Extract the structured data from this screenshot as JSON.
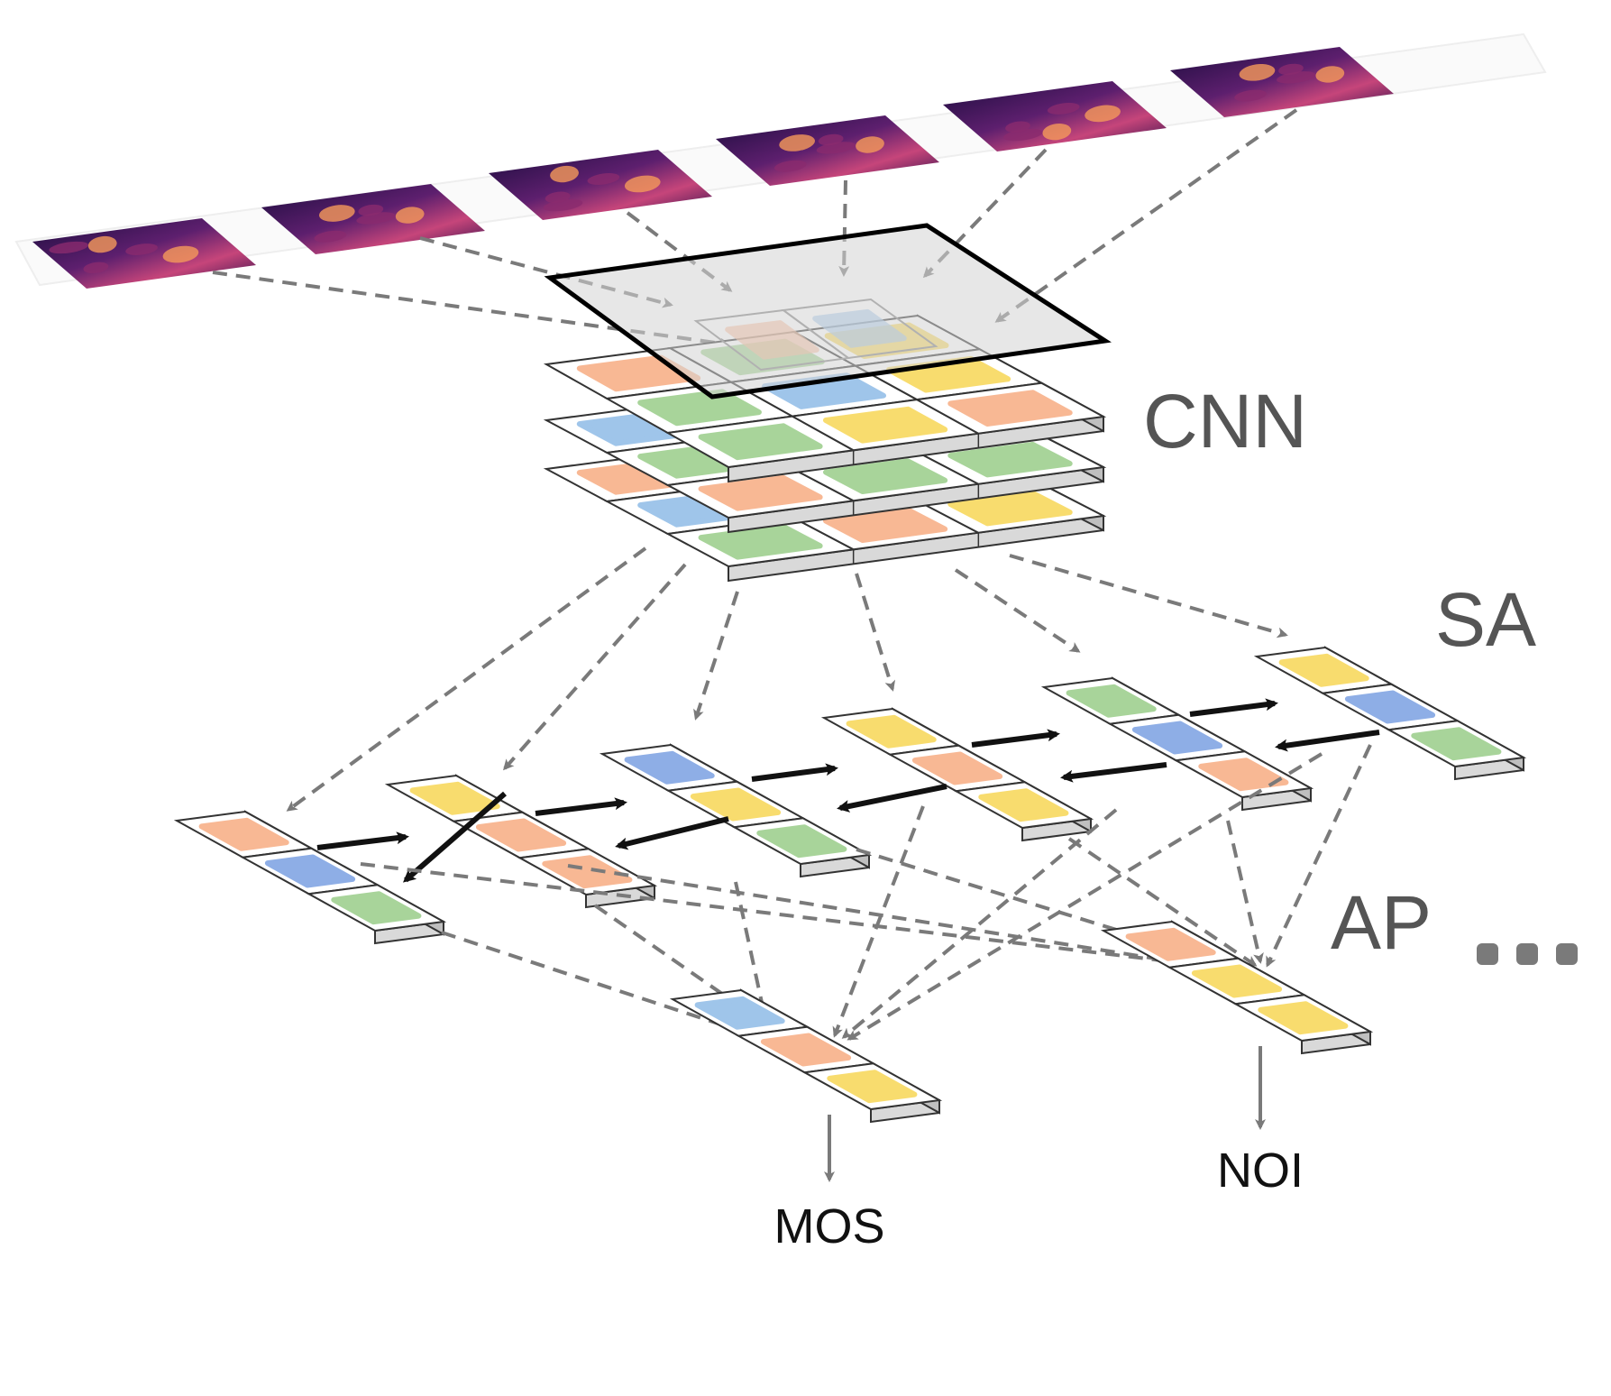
{
  "labels": {
    "cnn": "CNN",
    "sa": "SA",
    "ap": "AP",
    "mos": "MOS",
    "noi": "NOI"
  },
  "colors": {
    "orange": "#f8b894",
    "blue": "#9fc5ea",
    "blue_dark": "#8eaee6",
    "green": "#a8d49a",
    "yellow": "#f8dc6e",
    "tile_top": "#ffffff",
    "tile_side": "#d9d9d9",
    "tile_stroke": "#333333",
    "dashed_arrow": "#7a7a7a",
    "solid_arrow": "#111111",
    "cnn_window": "#d4d4d4",
    "spectrogram_dark": "#1b0c3d",
    "spectrogram_mid": "#8a2b6e",
    "spectrogram_hot": "#f59a5a"
  },
  "spectrogram_count": 6,
  "cnn_layer_count": 3,
  "sa_column_count": 6,
  "ap_outputs": [
    "MOS",
    "NOI"
  ],
  "ellipsis": "..."
}
